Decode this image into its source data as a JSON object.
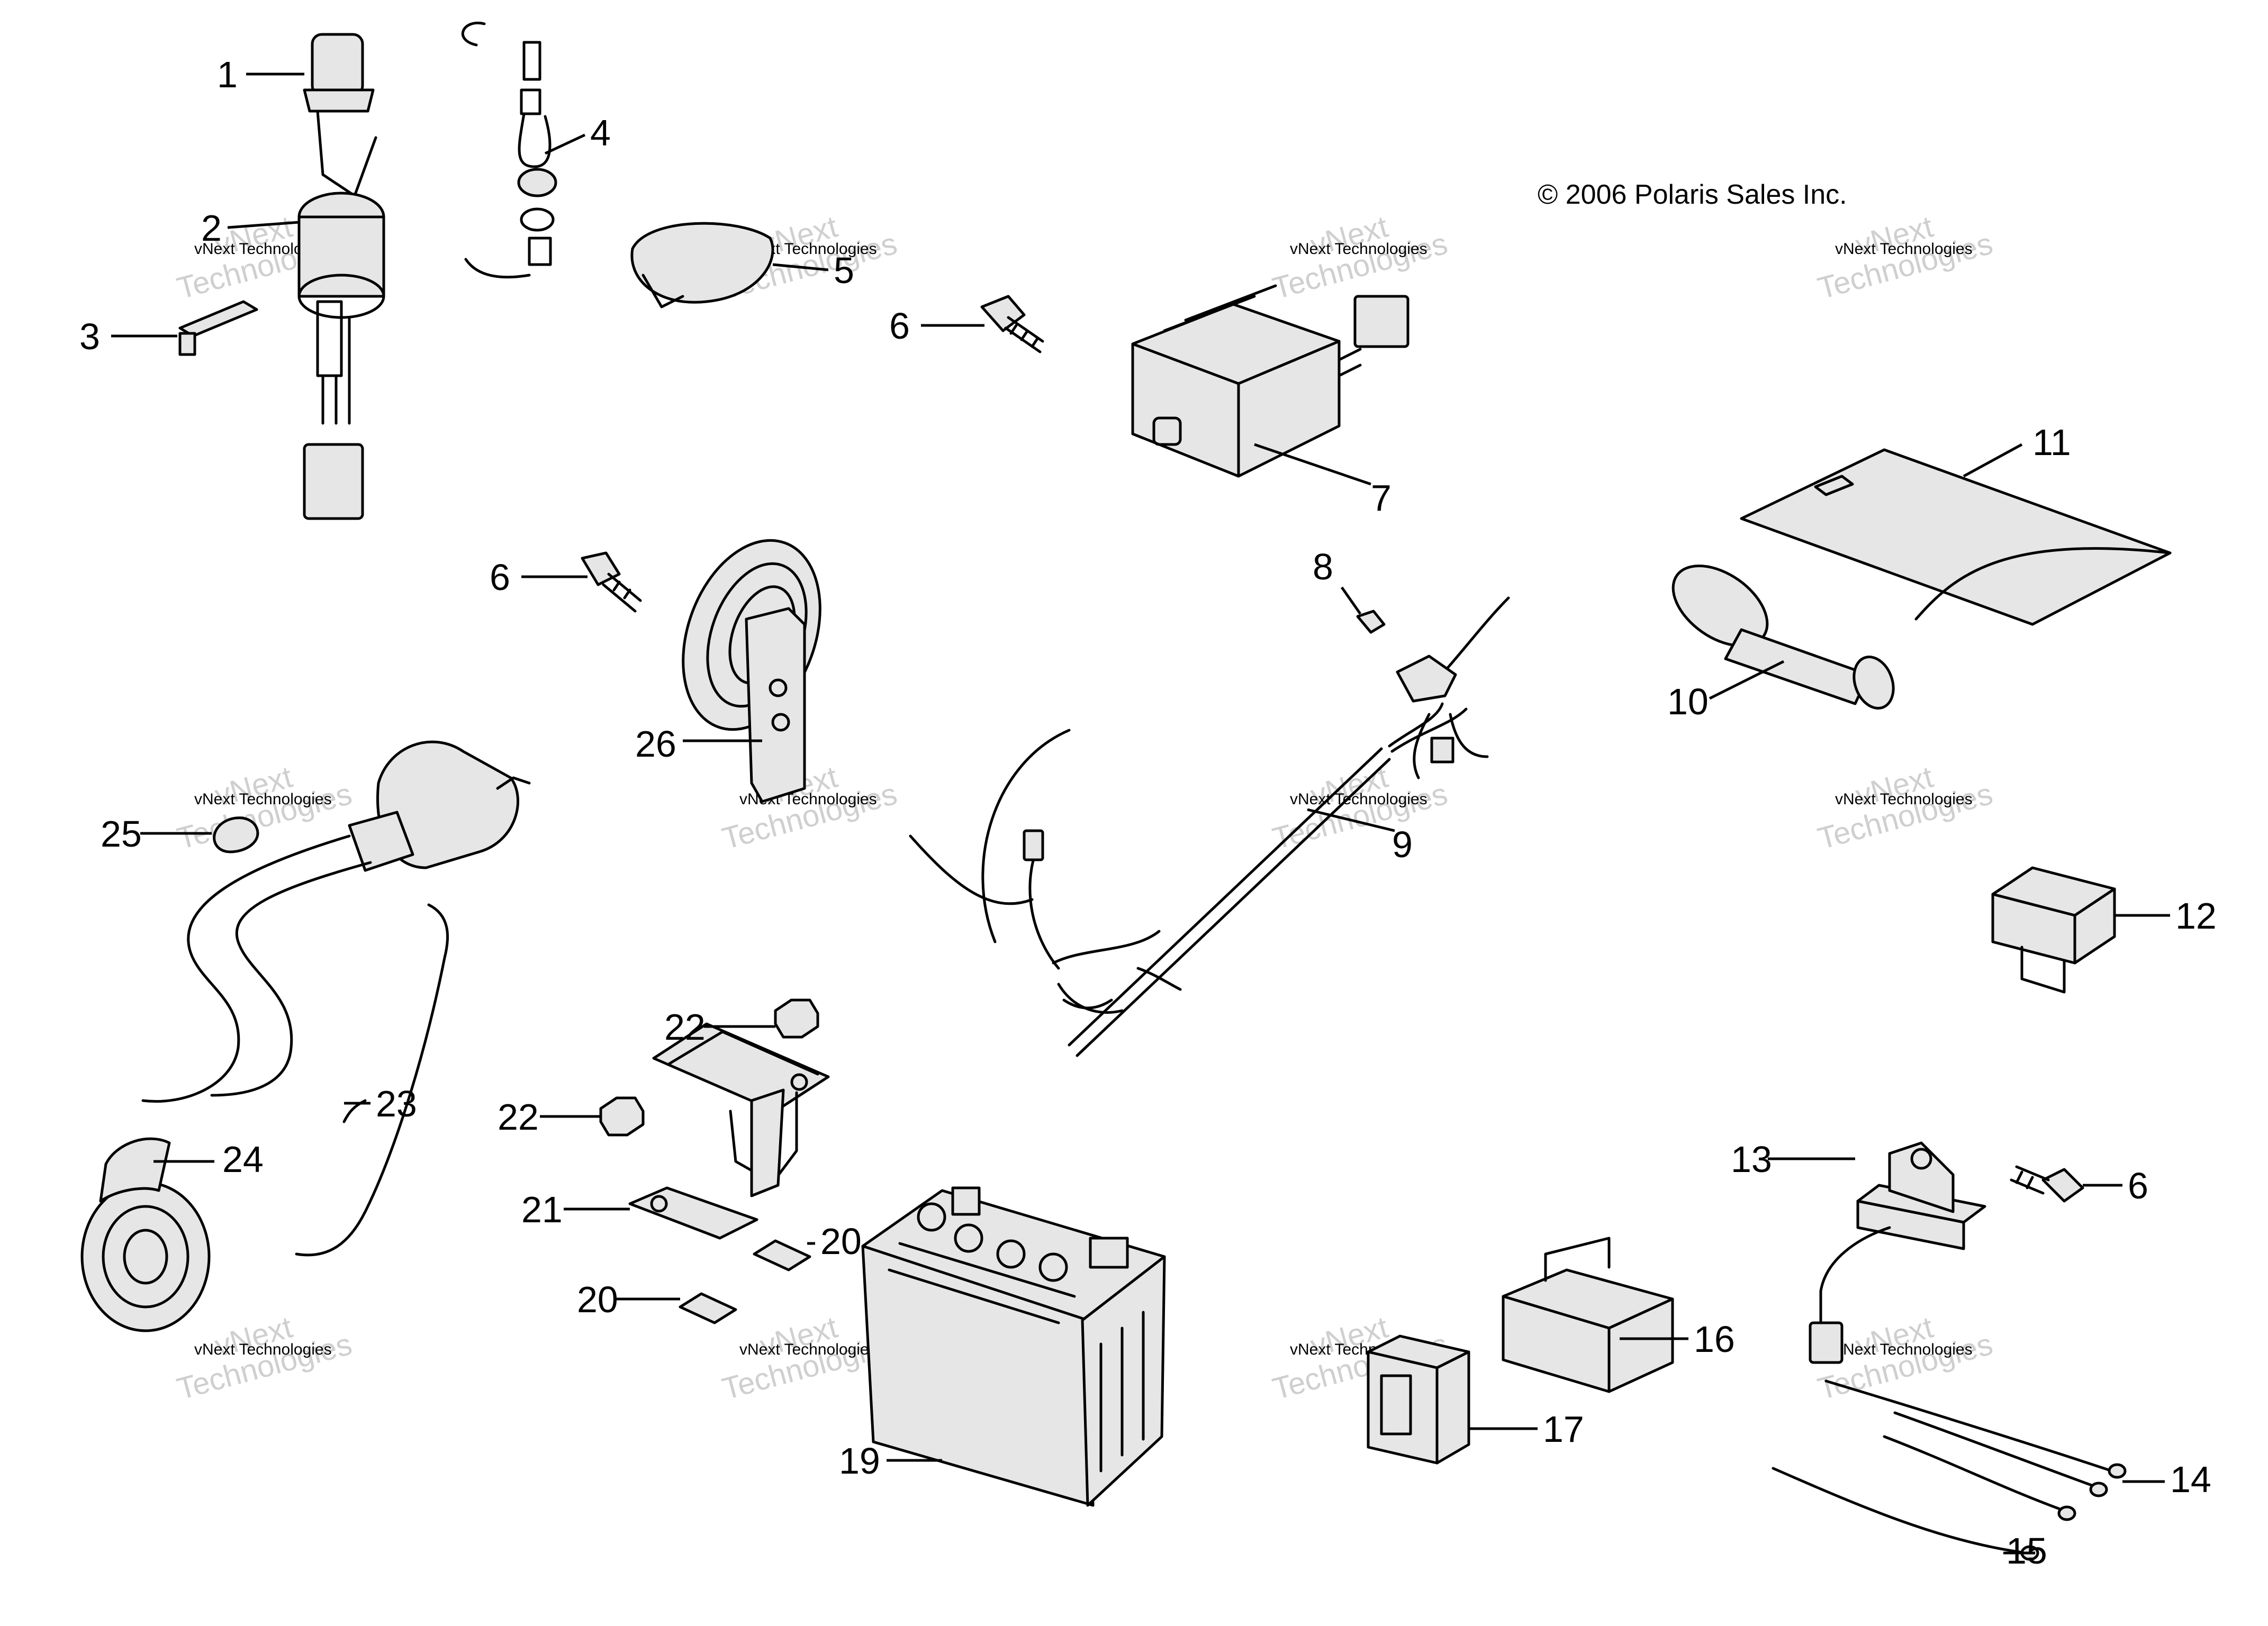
{
  "copyright": "© 2006 Polaris Sales Inc.",
  "watermark": {
    "small": "vNext Technologies",
    "large_line1": "vNext",
    "large_line2": "Technologies"
  },
  "callouts": [
    "1",
    "2",
    "3",
    "4",
    "5",
    "6",
    "6",
    "6",
    "7",
    "8",
    "9",
    "10",
    "11",
    "12",
    "13",
    "14",
    "15",
    "16",
    "17",
    "19",
    "20",
    "20",
    "21",
    "22",
    "22",
    "23",
    "24",
    "25",
    "26"
  ]
}
